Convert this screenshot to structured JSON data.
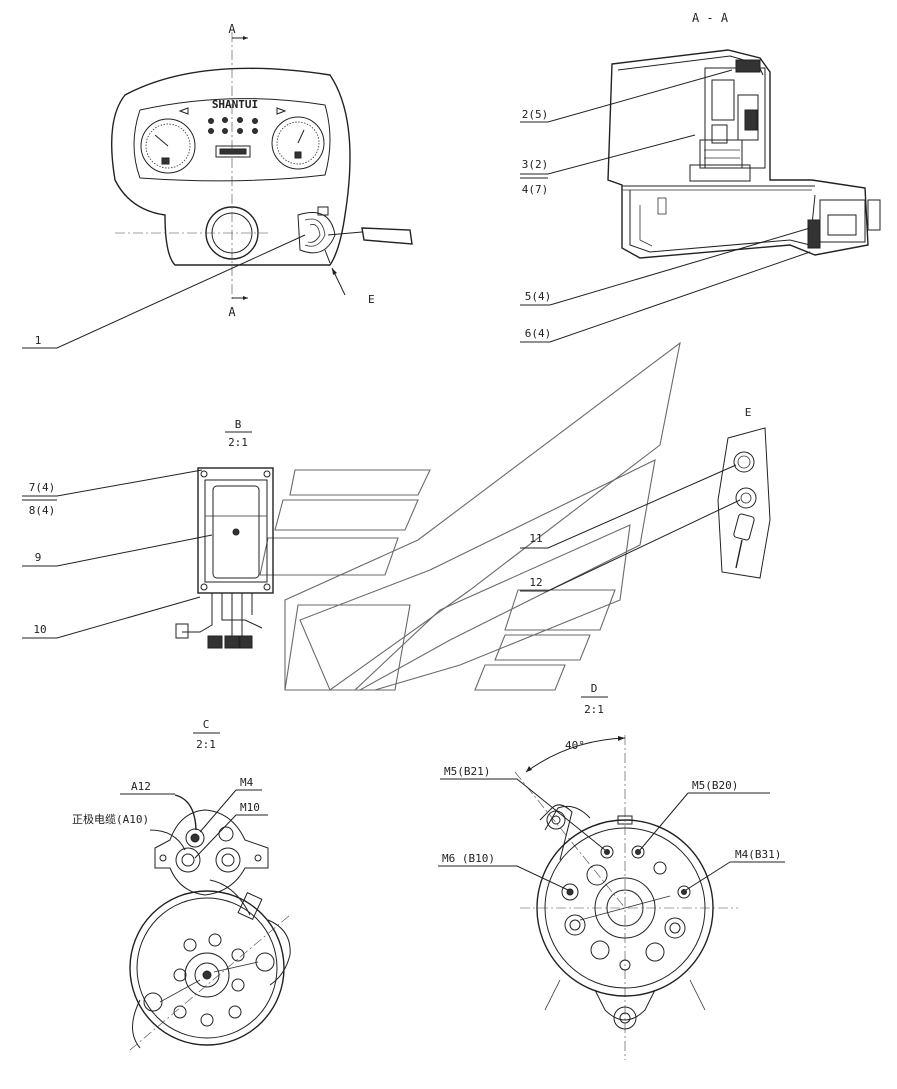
{
  "section_markers": {
    "a_top": "A",
    "a_bottom": "A",
    "aa_title": "A - A",
    "e_arrow": "E"
  },
  "callouts": {
    "c1": "1",
    "c2": "2(5)",
    "c3": "3(2)",
    "c4": "4(7)",
    "c5": "5(4)",
    "c6": "6(4)",
    "c7": "7(4)",
    "c8": "8(4)",
    "c9": "9",
    "c10": "10",
    "c11": "11",
    "c12": "12"
  },
  "details": {
    "b_title": "B",
    "b_scale": "2:1",
    "e_title": "E",
    "c_title": "C",
    "c_scale": "2:1",
    "d_title": "D",
    "d_scale": "2:1"
  },
  "view_c_labels": {
    "a12": "A12",
    "m4": "M4",
    "m10": "M10",
    "pos_cable": "正极电缆(A10)"
  },
  "view_d_labels": {
    "angle": "40°",
    "m5_b21": "M5(B21)",
    "m5_b20": "M5(B20)",
    "m6_b10": "M6 (B10)",
    "m4_b31": "M4(B31)"
  },
  "dashboard": {
    "brand": "SHANTUI"
  }
}
